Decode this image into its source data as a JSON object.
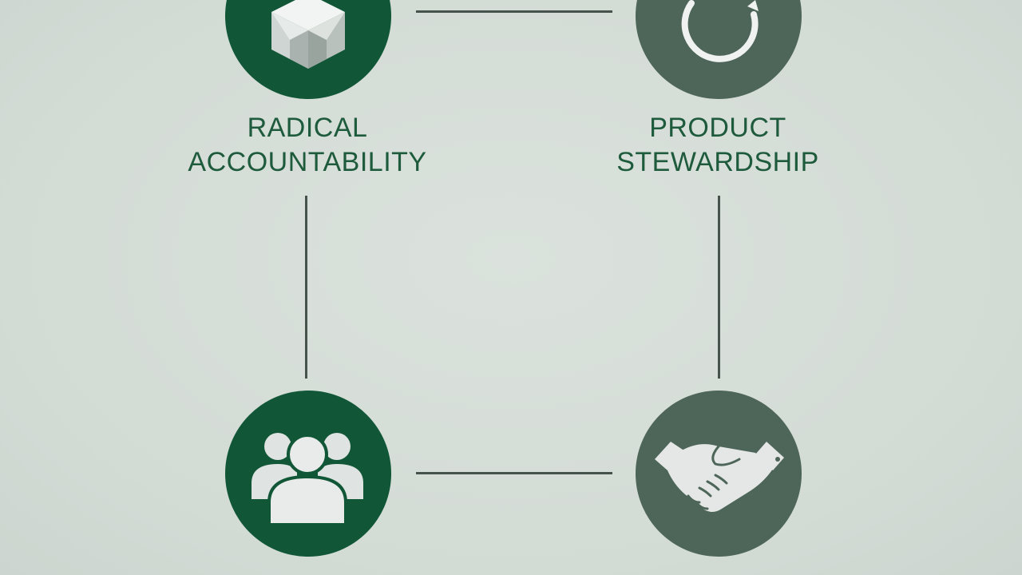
{
  "colors": {
    "background": "#d6ded8",
    "deep_green": "#115737",
    "slate_green": "#4e6659",
    "connector": "#45534c",
    "label_text": "#1e5a3c",
    "icon_fill": "#e4e7e5"
  },
  "nodes": [
    {
      "id": "radical-accountability",
      "icon": "cube-icon",
      "label_lines": [
        "RADICAL",
        "ACCOUNTABILITY"
      ]
    },
    {
      "id": "product-stewardship",
      "icon": "circular-arrow-icon",
      "label_lines": [
        "PRODUCT",
        "STEWARDSHIP"
      ]
    },
    {
      "id": "community",
      "icon": "people-group-icon",
      "label_lines": []
    },
    {
      "id": "partnership",
      "icon": "handshake-icon",
      "label_lines": []
    }
  ]
}
